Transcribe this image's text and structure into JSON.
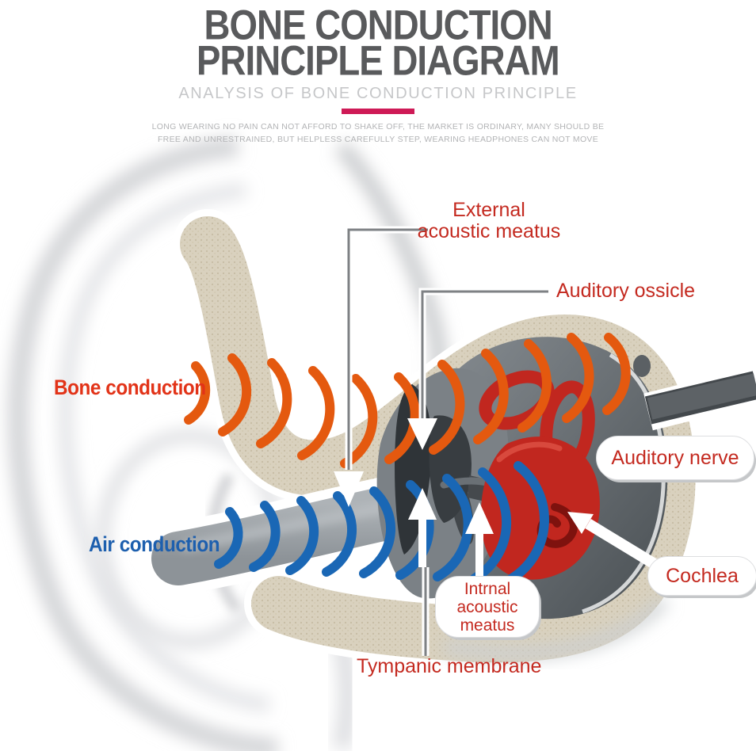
{
  "header": {
    "title_line1": "BONE CONDUCTION",
    "title_line2": "PRINCIPLE DIAGRAM",
    "subtitle": "ANALYSIS OF BONE CONDUCTION PRINCIPLE",
    "tagline_line1": "LONG WEARING NO PAIN CAN NOT AFFORD TO SHAKE OFF, THE MARKET IS ORDINARY, MANY SHOULD BE",
    "tagline_line2": "FREE AND UNRESTRAINED, BUT HELPLESS CAREFULLY STEP, WEARING HEADPHONES CAN NOT MOVE"
  },
  "labels": {
    "external_acoustic_meatus_line1": "External",
    "external_acoustic_meatus_line2": "acoustic meatus",
    "auditory_ossicle": "Auditory ossicle",
    "bone_conduction": "Bone conduction",
    "air_conduction": "Air conduction",
    "auditory_nerve": "Auditory nerve",
    "cochlea": "Cochlea",
    "internal_acoustic_meatus_line1": "Intrnal",
    "internal_acoustic_meatus_line2": "acoustic",
    "internal_acoustic_meatus_line3": "meatus",
    "tympanic_membrane": "Tympanic membrane"
  },
  "colors": {
    "accent_bar": "#ce1a56",
    "title_gray": "#595a5c",
    "subtitle_gray": "#c6c7c9",
    "tagline_gray": "#b3b4b6",
    "label_red": "#c42a20",
    "bone_conduction_label_red": "#e23318",
    "air_conduction_label_blue": "#1d5fae",
    "bone_wave_orange": "#e4590f",
    "air_wave_blue": "#1a67b5",
    "cochlea_red": "#c1271f",
    "skull_bone_tan": "#d9d1be",
    "ear_canal_gray": "#9ba1a6",
    "middle_ear_cavity_gray": "#5b6165"
  }
}
